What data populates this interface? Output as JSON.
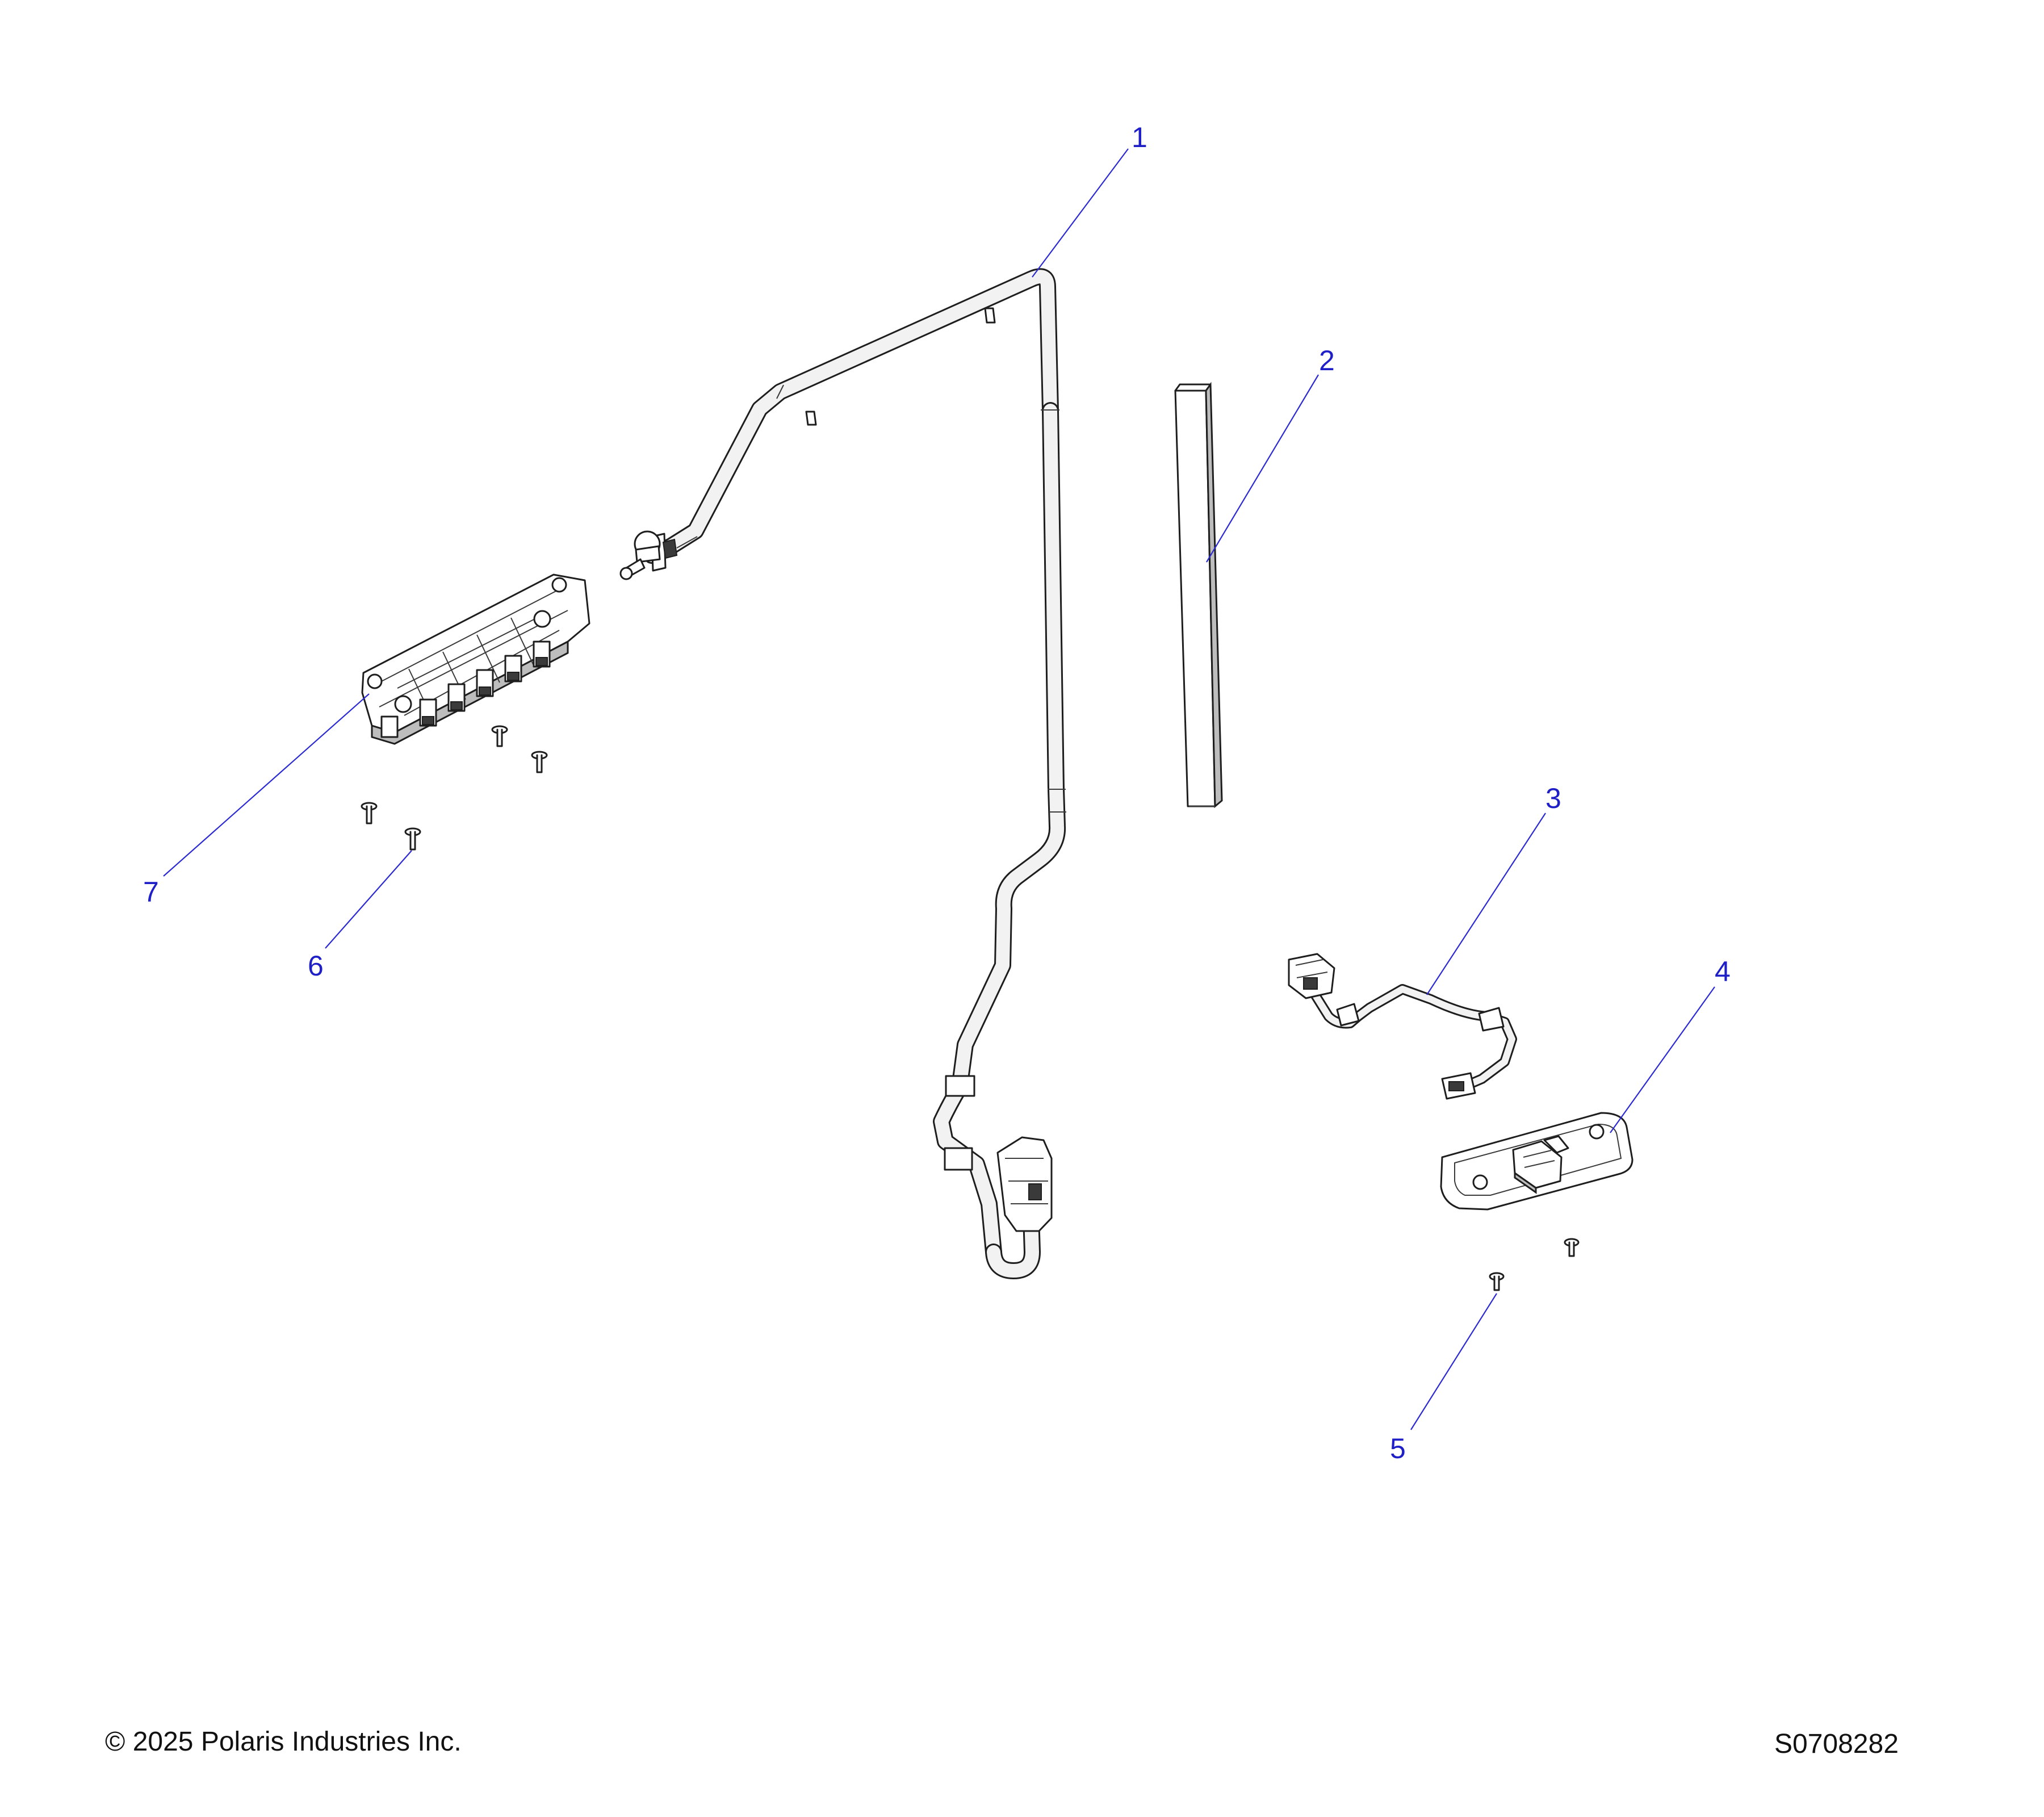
{
  "callouts": [
    {
      "id": "callout-1",
      "label": "1"
    },
    {
      "id": "callout-2",
      "label": "2"
    },
    {
      "id": "callout-3",
      "label": "3"
    },
    {
      "id": "callout-4",
      "label": "4"
    },
    {
      "id": "callout-5",
      "label": "5"
    },
    {
      "id": "callout-6",
      "label": "6"
    },
    {
      "id": "callout-7",
      "label": "7"
    }
  ],
  "footer": {
    "copyright": "© 2025 Polaris Industries Inc.",
    "drawing_number": "S0708282"
  }
}
